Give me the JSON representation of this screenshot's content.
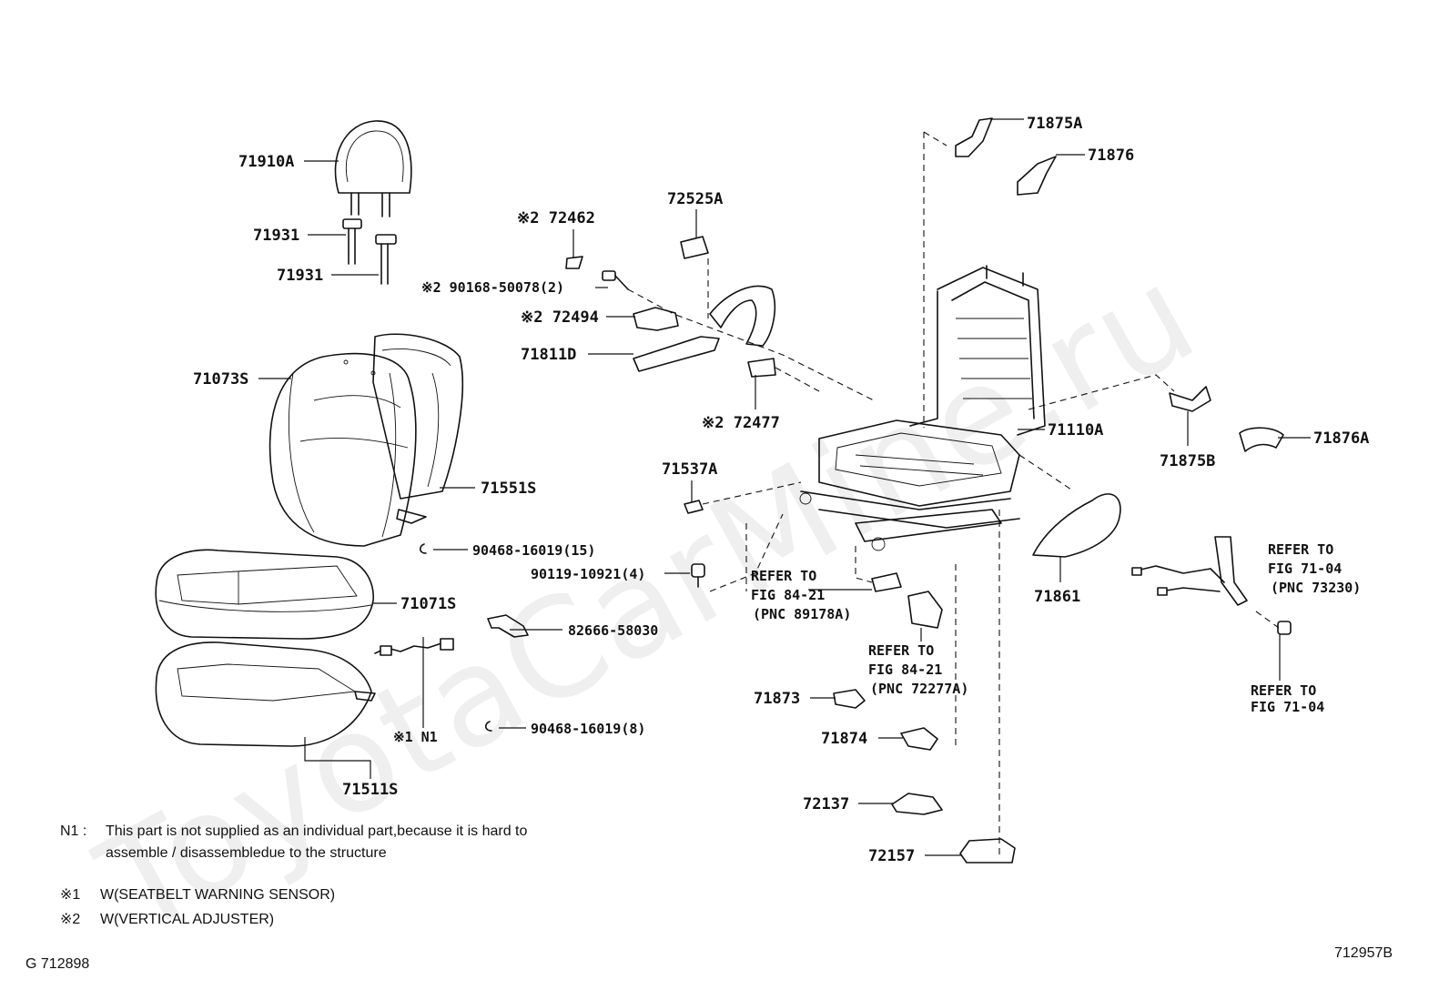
{
  "watermark": "ToyotaCarMine.ru",
  "parts": {
    "p71910A": "71910A",
    "p71931a": "71931",
    "p71931b": "71931",
    "p71073S": "71073S",
    "p71551S": "71551S",
    "p90468_15": "90468-16019(15)",
    "p90119": "90119-10921(4)",
    "p71071S": "71071S",
    "p82666": "82666-58030",
    "p90468_8": "90468-16019(8)",
    "p71511S": "71511S",
    "pN1": "※1 N1",
    "p72462": "※2 72462",
    "p90168": "※2  90168-50078(2)",
    "p72494": "※2 72494",
    "p71811D": "71811D",
    "p72525A": "72525A",
    "p72477": "※2 72477",
    "p71537A": "71537A",
    "p71875A": "71875A",
    "p71876": "71876",
    "p71110A": "71110A",
    "p71875B": "71875B",
    "p71876A": "71876A",
    "p71861": "71861",
    "p71873": "71873",
    "p71874": "71874",
    "p72137": "72137",
    "p72157": "72157"
  },
  "references": {
    "ref_89178A": [
      "REFER TO",
      "FIG 84-21",
      "(PNC 89178A)"
    ],
    "ref_72277A": [
      "REFER TO",
      "FIG 84-21",
      "(PNC 72277A)"
    ],
    "ref_73230": [
      "REFER TO",
      "FIG 71-04",
      "(PNC 73230)"
    ],
    "ref_7104": [
      "REFER TO",
      "FIG 71-04"
    ]
  },
  "notes": {
    "n1_mark": "N1 :",
    "n1_line1": "This part is not supplied as an individual part,because it is hard to",
    "n1_line2": "assemble / disassembledue to the structure",
    "m1_mark": "※1",
    "m1_text": "W(SEATBELT WARNING SENSOR)",
    "m2_mark": "※2",
    "m2_text": "W(VERTICAL ADJUSTER)"
  },
  "footer": {
    "left_code": "G 712898",
    "right_code": "712957B"
  }
}
